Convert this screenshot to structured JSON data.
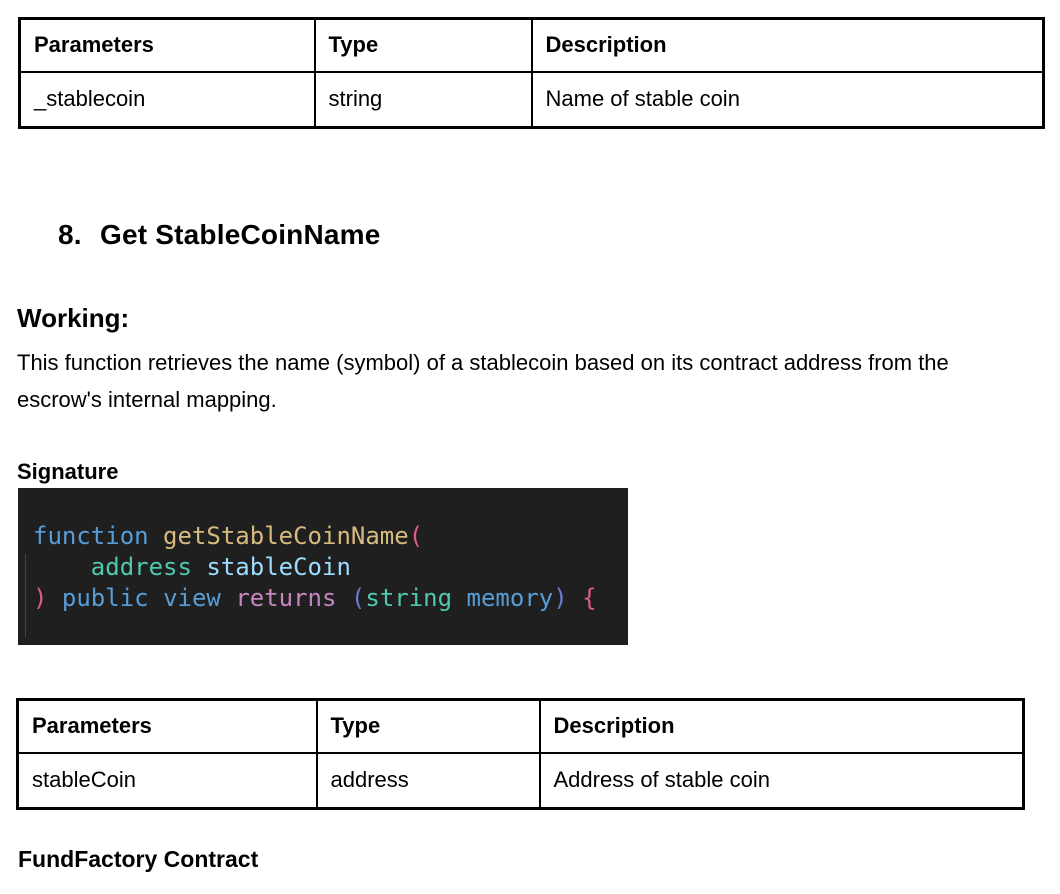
{
  "table1": {
    "headers": [
      "Parameters",
      "Type",
      "Description"
    ],
    "rows": [
      [
        "_stablecoin",
        "string",
        "Name of stable coin"
      ]
    ]
  },
  "section": {
    "number": "8.",
    "title": "Get StableCoinName"
  },
  "working": {
    "label": "Working:",
    "body": "This function retrieves the name (symbol) of a stablecoin based on its contract address from the escrow's internal mapping."
  },
  "signature": {
    "label": "Signature",
    "code": {
      "background": "#1f1f1f",
      "colors": {
        "keyword": "#569CD6",
        "function": "#D7BA7D",
        "type": "#4EC9B0",
        "variable": "#9CDCFE",
        "control": "#C586C0",
        "bracket1": "#E05C82",
        "bracket2": "#6A7CD0",
        "default": "#D4D4D4"
      },
      "lines": [
        [
          {
            "text": "function",
            "color": "keyword"
          },
          {
            "text": " "
          },
          {
            "text": "getStableCoinName",
            "color": "function"
          },
          {
            "text": "(",
            "color": "bracket1"
          }
        ],
        [
          {
            "text": "    "
          },
          {
            "text": "address",
            "color": "type"
          },
          {
            "text": " "
          },
          {
            "text": "stableCoin",
            "color": "variable"
          }
        ],
        [
          {
            "text": ")",
            "color": "bracket1"
          },
          {
            "text": " "
          },
          {
            "text": "public",
            "color": "keyword"
          },
          {
            "text": " "
          },
          {
            "text": "view",
            "color": "keyword"
          },
          {
            "text": " "
          },
          {
            "text": "returns",
            "color": "control"
          },
          {
            "text": " "
          },
          {
            "text": "(",
            "color": "bracket2"
          },
          {
            "text": "string",
            "color": "type"
          },
          {
            "text": " "
          },
          {
            "text": "memory",
            "color": "keyword"
          },
          {
            "text": ")",
            "color": "bracket2"
          },
          {
            "text": " "
          },
          {
            "text": "{",
            "color": "bracket1"
          }
        ],
        []
      ]
    }
  },
  "table2": {
    "headers": [
      "Parameters",
      "Type",
      "Description"
    ],
    "rows": [
      [
        "stableCoin",
        "address",
        "Address of stable coin"
      ]
    ]
  },
  "footer": {
    "heading": "FundFactory Contract"
  }
}
